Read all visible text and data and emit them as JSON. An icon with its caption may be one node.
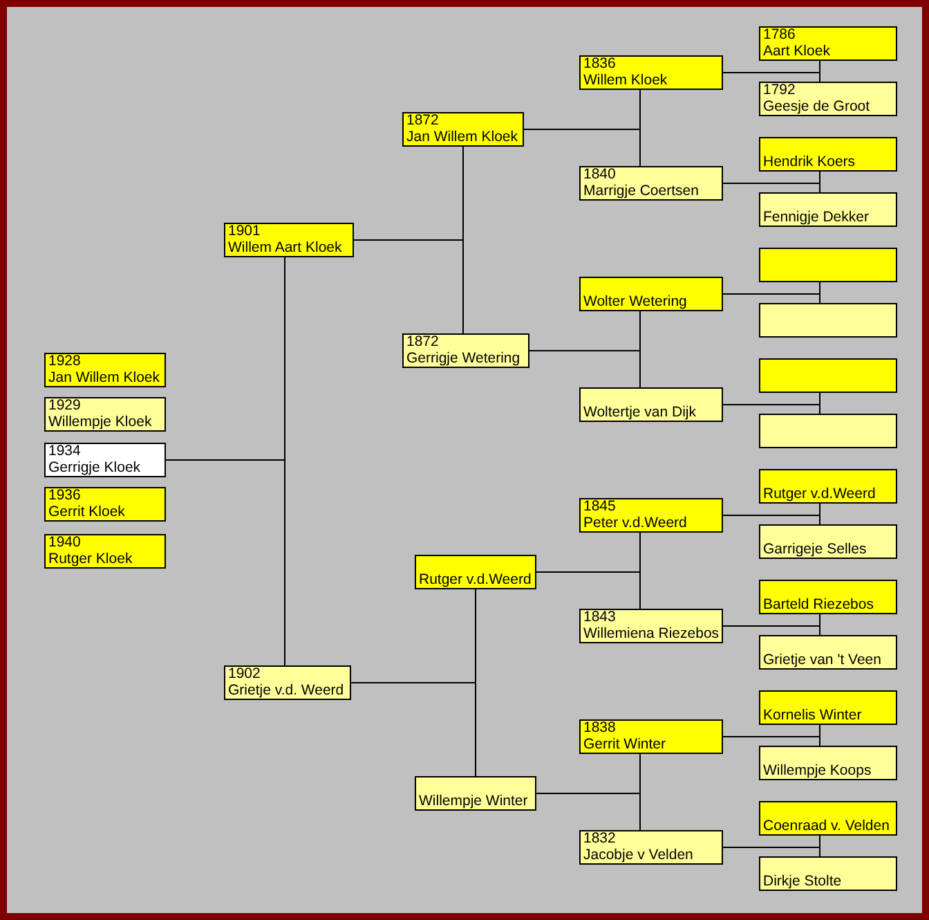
{
  "diagram": {
    "nodes": [
      {
        "text": [
          "1928",
          "Jan Willem Kloek"
        ]
      },
      {
        "text": [
          "1929",
          "Willempje Kloek"
        ]
      },
      {
        "text": [
          "1934",
          "Gerrigje Kloek"
        ]
      },
      {
        "text": [
          "1936",
          "Gerrit Kloek"
        ]
      },
      {
        "text": [
          "1940",
          "Rutger Kloek"
        ]
      },
      {
        "text": [
          "1901",
          "Willem Aart Kloek"
        ]
      },
      {
        "text": [
          "1902",
          "Grietje v.d. Weerd"
        ]
      },
      {
        "text": [
          "1872",
          "Jan Willem Kloek"
        ]
      },
      {
        "text": [
          "1872",
          "Gerrigje Wetering"
        ]
      },
      {
        "text": [
          "Rutger v.d.Weerd"
        ]
      },
      {
        "text": [
          "Willempje Winter"
        ]
      },
      {
        "text": [
          "1836",
          "Willem Kloek"
        ]
      },
      {
        "text": [
          "1840",
          "Marrigje Coertsen"
        ]
      },
      {
        "text": [
          "Wolter Wetering"
        ]
      },
      {
        "text": [
          "Woltertje van Dijk"
        ]
      },
      {
        "text": [
          "1845",
          "Peter v.d.Weerd"
        ]
      },
      {
        "text": [
          "1843",
          "Willemiena Riezebos"
        ]
      },
      {
        "text": [
          "1838",
          "Gerrit Winter"
        ]
      },
      {
        "text": [
          "1832",
          "Jacobje v Velden"
        ]
      },
      {
        "text": [
          "1786",
          "Aart Kloek"
        ]
      },
      {
        "text": [
          "1792",
          "Geesje de Groot"
        ]
      },
      {
        "text": [
          "Hendrik Koers"
        ]
      },
      {
        "text": [
          "Fennigje Dekker"
        ]
      },
      {
        "text": [],
        "shape": "box"
      },
      {
        "text": [],
        "shape": "box"
      },
      {
        "text": [],
        "shape": "box"
      },
      {
        "text": [],
        "shape": "box"
      },
      {
        "text": [
          "Rutger v.d.Weerd"
        ]
      },
      {
        "text": [
          "Garrigeje Selles"
        ]
      },
      {
        "text": [
          "Barteld Riezebos"
        ]
      },
      {
        "text": [
          "Grietje van 't Veen"
        ]
      },
      {
        "text": [
          "Kornelis Winter"
        ]
      },
      {
        "text": [
          "Willempje Koops"
        ]
      },
      {
        "text": [
          "Coenraad v. Velden"
        ]
      },
      {
        "text": [
          "Dirkje Stolte"
        ]
      }
    ],
    "edges": [
      {
        "from": 2,
        "to": 5,
        "arrow": "none"
      },
      {
        "from": 2,
        "to": 6,
        "arrow": "none"
      },
      {
        "from": 5,
        "to": 7,
        "arrow": "none"
      },
      {
        "from": 5,
        "to": 8,
        "arrow": "none"
      },
      {
        "from": 6,
        "to": 9,
        "arrow": "none"
      },
      {
        "from": 6,
        "to": 10,
        "arrow": "none"
      },
      {
        "from": 7,
        "to": 11,
        "arrow": "none"
      },
      {
        "from": 7,
        "to": 12,
        "arrow": "none"
      },
      {
        "from": 8,
        "to": 13,
        "arrow": "none"
      },
      {
        "from": 8,
        "to": 14,
        "arrow": "none"
      },
      {
        "from": 9,
        "to": 15,
        "arrow": "none"
      },
      {
        "from": 9,
        "to": 16,
        "arrow": "none"
      },
      {
        "from": 10,
        "to": 17,
        "arrow": "none"
      },
      {
        "from": 10,
        "to": 18,
        "arrow": "none"
      },
      {
        "from": 11,
        "to": 19,
        "arrow": "none"
      },
      {
        "from": 11,
        "to": 20,
        "arrow": "none"
      },
      {
        "from": 12,
        "to": 21,
        "arrow": "none"
      },
      {
        "from": 12,
        "to": 22,
        "arrow": "none"
      },
      {
        "from": 13,
        "to": 23,
        "arrow": "none"
      },
      {
        "from": 13,
        "to": 24,
        "arrow": "none"
      },
      {
        "from": 14,
        "to": 25,
        "arrow": "none"
      },
      {
        "from": 14,
        "to": 26,
        "arrow": "none"
      },
      {
        "from": 15,
        "to": 27,
        "arrow": "none"
      },
      {
        "from": 15,
        "to": 28,
        "arrow": "none"
      },
      {
        "from": 16,
        "to": 29,
        "arrow": "none"
      },
      {
        "from": 16,
        "to": 30,
        "arrow": "none"
      },
      {
        "from": 17,
        "to": 31,
        "arrow": "none"
      },
      {
        "from": 17,
        "to": 32,
        "arrow": "none"
      },
      {
        "from": 18,
        "to": 33,
        "arrow": "none"
      },
      {
        "from": 18,
        "to": 34,
        "arrow": "none"
      }
    ]
  }
}
